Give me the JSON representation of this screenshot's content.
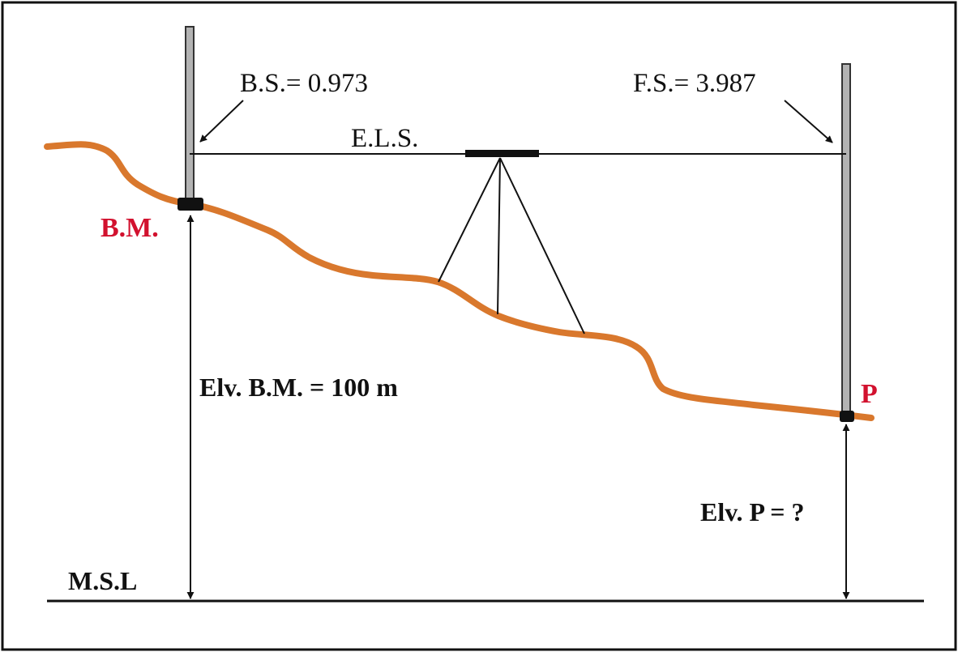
{
  "labels": {
    "backsight": "B.S.= 0.973",
    "foresight": "F.S.= 3.987",
    "line_of_sight": "E.L.S.",
    "benchmark": "B.M.",
    "point": "P",
    "benchmark_elevation": "Elv. B.M. = 100 m",
    "point_elevation": "Elv. P = ?",
    "datum": "M.S.L"
  },
  "colors": {
    "ground": "#D9782D",
    "highlight_text": "#D2112E",
    "staff": "#B3B3B3",
    "line": "#111111"
  }
}
